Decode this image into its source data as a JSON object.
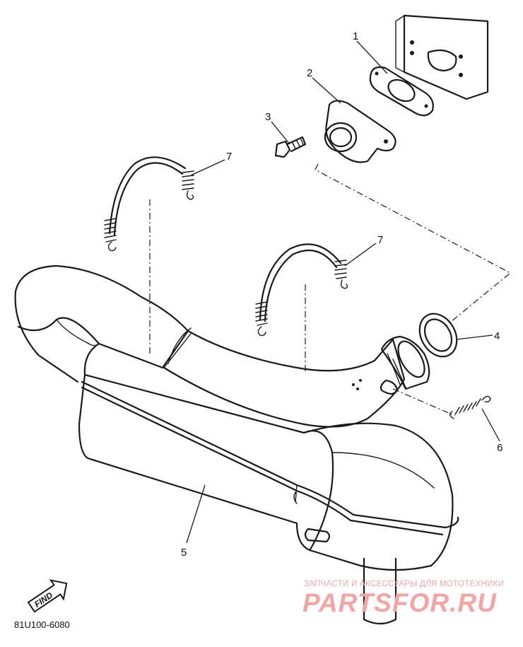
{
  "callouts": {
    "p1": "1",
    "p2": "2",
    "p3": "3",
    "p4": "4",
    "p5": "5",
    "p6": "6",
    "p7a": "7",
    "p7b": "7"
  },
  "find_arrow_label": "FIND",
  "diagram_code": "81U100-6080",
  "watermark": {
    "tagline": "ЗАПЧАСТИ И АКСЕССУАРЫ ДЛЯ МОТОТЕХНИКИ",
    "logo": "PARTSFOR.RU"
  }
}
